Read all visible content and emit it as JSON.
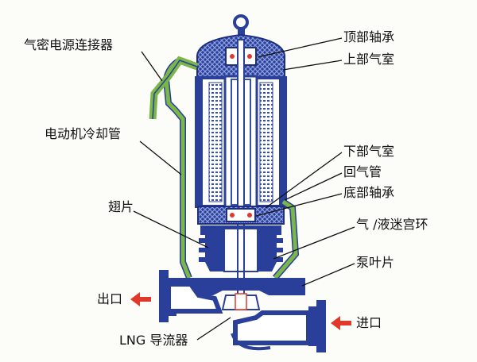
{
  "labels": {
    "connector": "气密电源连接器",
    "motor_cooling_pipe": "电动机冷却管",
    "fins": "翅片",
    "outlet": "出口",
    "lng_diverter": "LNG 导流器",
    "top_bearing": "顶部轴承",
    "upper_air_chamber": "上部气室",
    "lower_air_chamber": "下部气室",
    "return_gas_pipe": "回气管",
    "bottom_bearing": "底部轴承",
    "labyrinth_ring": "气 /液迷宫环",
    "impeller": "泵叶片",
    "inlet": "进口"
  },
  "colors": {
    "housing": "#2a3f9a",
    "winding": "#3550b0",
    "cooling_pipe": "#7ab648",
    "flow_arrow": "#e0392b",
    "motor_fill": "#ffffff",
    "background": "#fcfcf8"
  },
  "icons": {
    "flow_arrow": "red-arrow"
  }
}
